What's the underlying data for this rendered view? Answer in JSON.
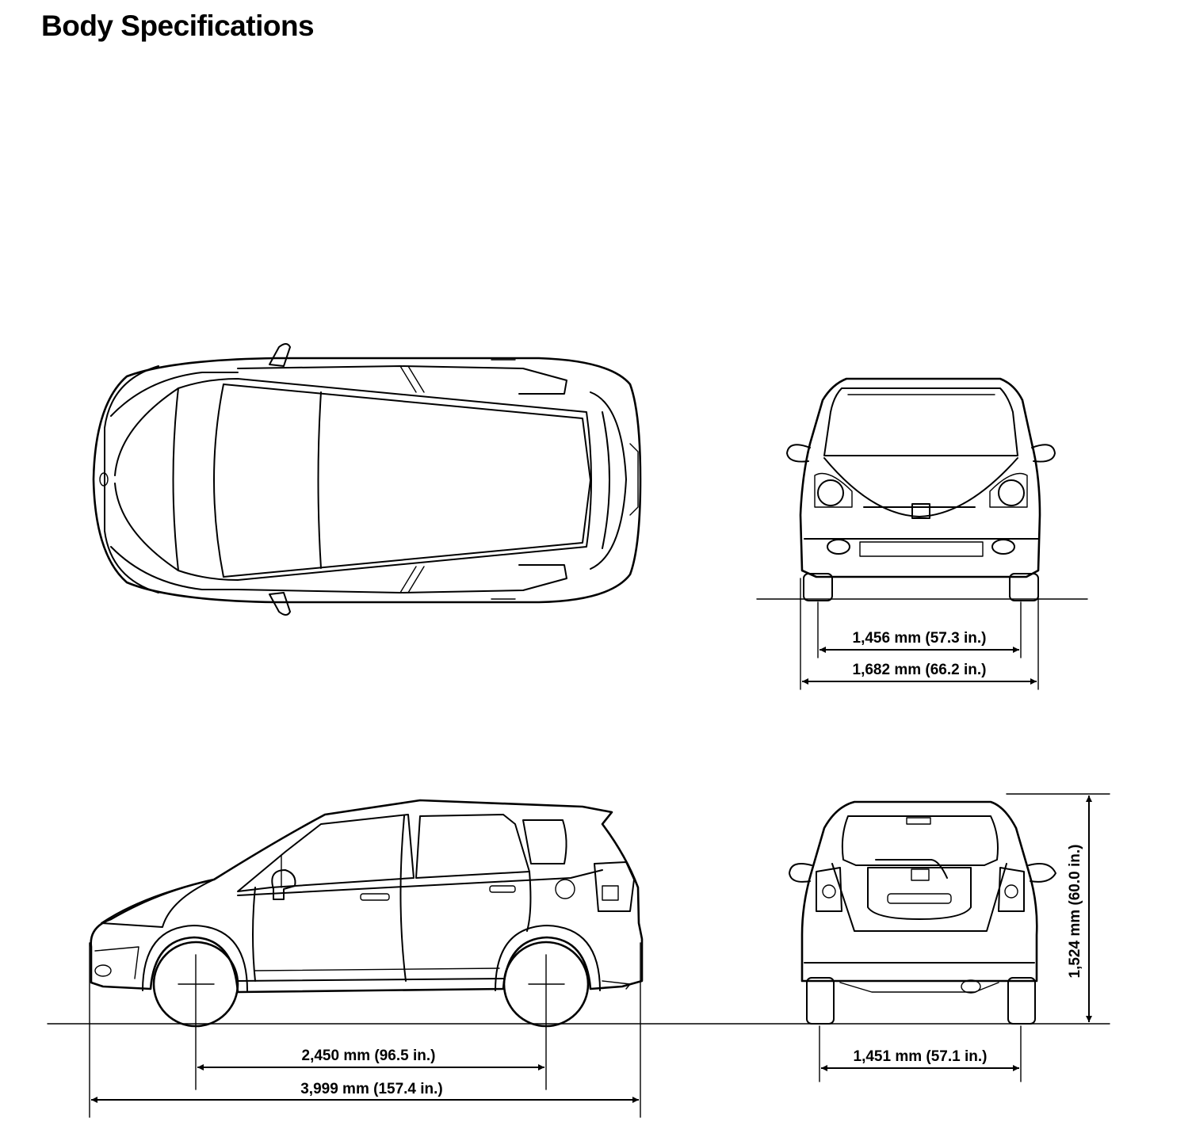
{
  "page": {
    "title": "Body Specifications"
  },
  "views": {
    "top_view": "top-view",
    "front_view": "front-view",
    "side_view": "side-view",
    "rear_view": "rear-view"
  },
  "dimensions": {
    "front_tread": "1,456 mm (57.3 in.)",
    "overall_width": "1,682 mm (66.2 in.)",
    "wheelbase": "2,450 mm (96.5 in.)",
    "overall_length": "3,999 mm (157.4 in.)",
    "rear_tread": "1,451 mm (57.1 in.)",
    "overall_height": "1,524 mm (60.0 in.)"
  }
}
